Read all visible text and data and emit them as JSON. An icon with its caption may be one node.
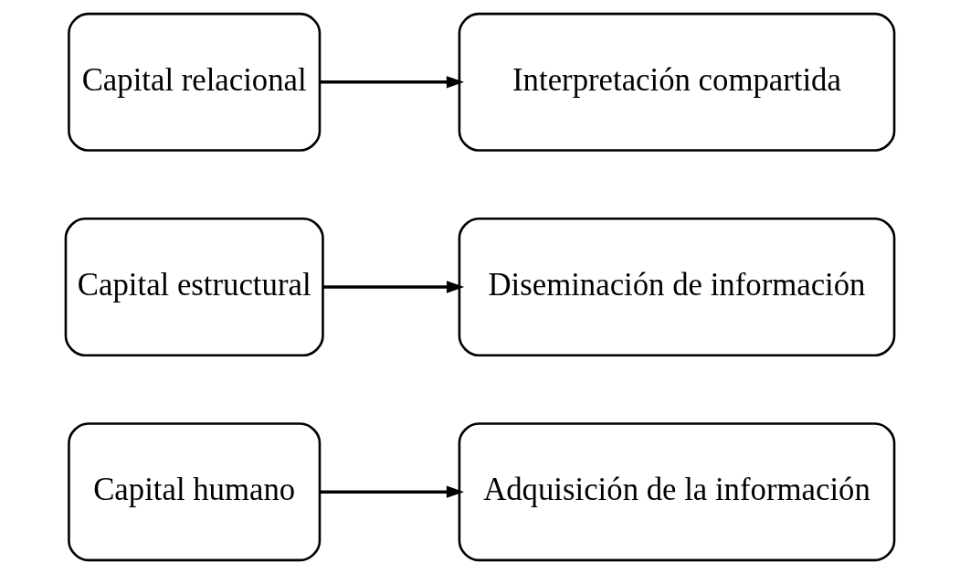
{
  "diagram": {
    "nodes": [
      {
        "text": [
          "Capital humano"
        ]
      },
      {
        "text": [
          "Adquisición de la información"
        ]
      },
      {
        "text": [
          "Capital estructural"
        ]
      },
      {
        "text": [
          "Diseminación de información"
        ]
      },
      {
        "text": [
          "Capital relacional"
        ]
      },
      {
        "text": [
          "Interpretación compartida"
        ]
      }
    ],
    "edges": [
      {
        "from": 0,
        "to": 1,
        "arrow": "to"
      },
      {
        "from": 2,
        "to": 3,
        "arrow": "to"
      },
      {
        "from": 4,
        "to": 5,
        "arrow": "to"
      }
    ]
  }
}
